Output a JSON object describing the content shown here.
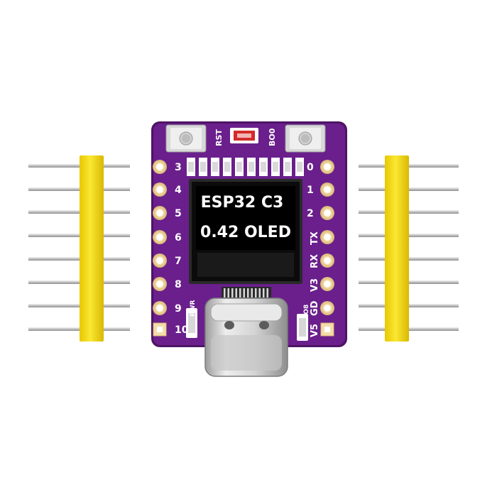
{
  "oled": {
    "line1": "ESP32 C3",
    "line2": "0.42 OLED"
  },
  "board": {
    "left_pins": [
      "3",
      "4",
      "5",
      "6",
      "7",
      "8",
      "9",
      "10"
    ],
    "right_pins": [
      "0",
      "1",
      "2",
      "TX",
      "RX",
      "V3",
      "GD",
      "V5"
    ],
    "labels": {
      "rst": "RST",
      "boot": "BO0",
      "pwr": "PWR",
      "io8": "IO8"
    }
  },
  "colors": {
    "pcb": "#6a1f8c",
    "pcb_edge": "#4e1466",
    "header": "#f5dc19",
    "pin_metal": "#c9c9c9",
    "pad_gold": "#f1d7a0",
    "oled_panel": "#111111"
  }
}
